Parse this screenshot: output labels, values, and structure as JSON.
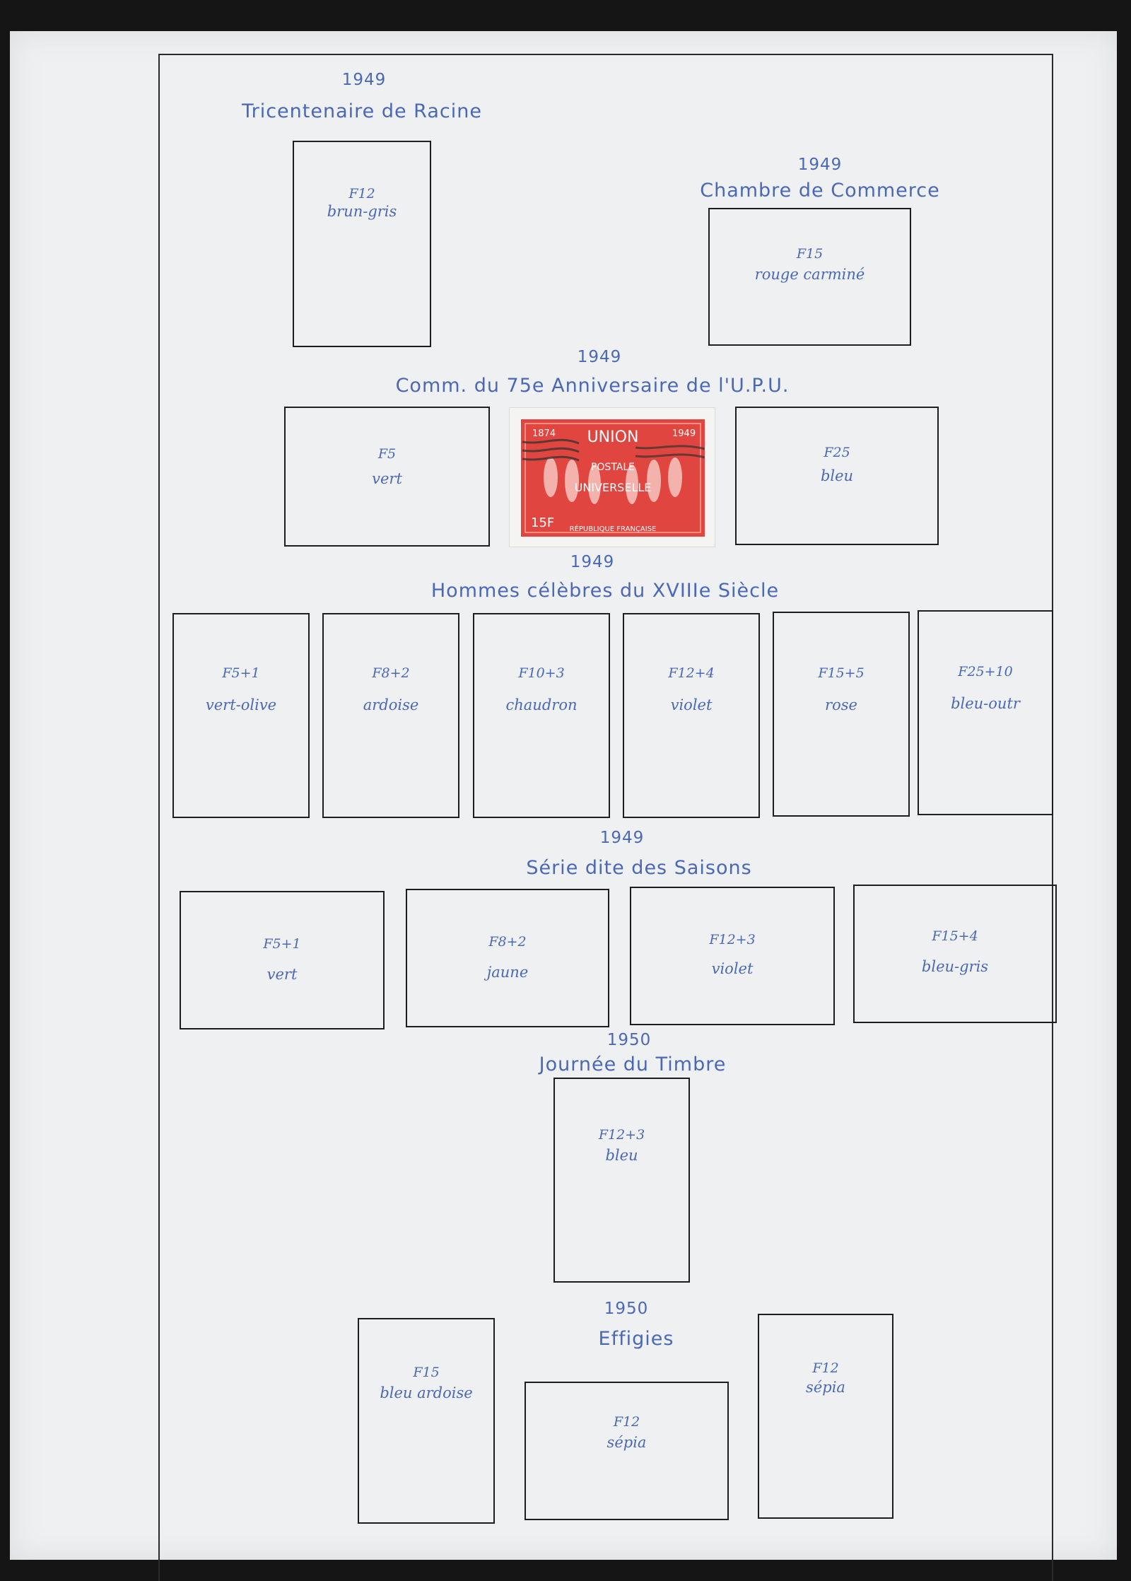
{
  "sections": [
    {
      "year": "1949",
      "title": "Tricentenaire de Racine",
      "slots": [
        {
          "value": "F12",
          "color": "brun-gris"
        }
      ]
    },
    {
      "year": "1949",
      "title": "Chambre de Commerce",
      "slots": [
        {
          "value": "F15",
          "color": "rouge carminé"
        }
      ]
    },
    {
      "year": "1949",
      "title": "Comm. du 75e Anniversaire de l'U.P.U.",
      "slots": [
        {
          "value": "F5",
          "color": "vert"
        },
        {
          "value": "F25",
          "color": "bleu"
        }
      ]
    },
    {
      "year": "1949",
      "title": "Hommes célèbres du XVIIIe Siècle",
      "slots": [
        {
          "value": "F5+1",
          "color": "vert-olive"
        },
        {
          "value": "F8+2",
          "color": "ardoise"
        },
        {
          "value": "F10+3",
          "color": "chaudron"
        },
        {
          "value": "F12+4",
          "color": "violet"
        },
        {
          "value": "F15+5",
          "color": "rose"
        },
        {
          "value": "F25+10",
          "color": "bleu-outr"
        }
      ]
    },
    {
      "year": "1949",
      "title": "Série dite des Saisons",
      "slots": [
        {
          "value": "F5+1",
          "color": "vert"
        },
        {
          "value": "F8+2",
          "color": "jaune"
        },
        {
          "value": "F12+3",
          "color": "violet"
        },
        {
          "value": "F15+4",
          "color": "bleu-gris"
        }
      ]
    },
    {
      "year": "1950",
      "title": "Journée du Timbre",
      "slots": [
        {
          "value": "F12+3",
          "color": "bleu"
        }
      ]
    },
    {
      "year": "1950",
      "title": "Effigies",
      "slots": [
        {
          "value": "F15",
          "color": "bleu ardoise"
        },
        {
          "value": "F12",
          "color": "sépia"
        },
        {
          "value": "F12",
          "color": "sépia"
        }
      ]
    }
  ],
  "stamp": {
    "years_left": "1874",
    "years_right": "1949",
    "text_top": "UNION",
    "text_mid1": "POSTALE",
    "text_mid2": "UNIVERSELLE",
    "denomination": "15F",
    "country": "RÉPUBLIQUE FRANÇAISE",
    "color": "#e0453f"
  }
}
